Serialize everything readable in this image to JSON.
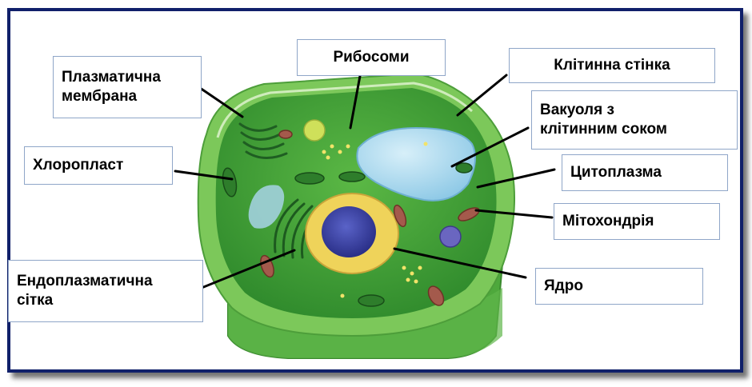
{
  "labels": {
    "plasma_membrane": "Плазматична\nмембрана",
    "ribosomes": "Рибосоми",
    "cell_wall": "Клітинна стінка",
    "vacuole": "Вакуоля з\nклітинним соком",
    "chloroplast": "Хлоропласт",
    "cytoplasm": "Цитоплазма",
    "mitochondria": "Мітохондрія",
    "er": "Ендоплазматична\nсітка",
    "nucleus": "Ядро"
  },
  "colors": {
    "frame_border": "#10206a",
    "label_border": "#8fa6c8",
    "cell_wall": "#6fbf4a",
    "cytoplasm": "#3f9b35",
    "vacuole": "#a9d8ee",
    "nucleus": "#3d44a8",
    "nucleus_envelope": "#e8c94a",
    "mitochondria": "#a45a4c"
  }
}
